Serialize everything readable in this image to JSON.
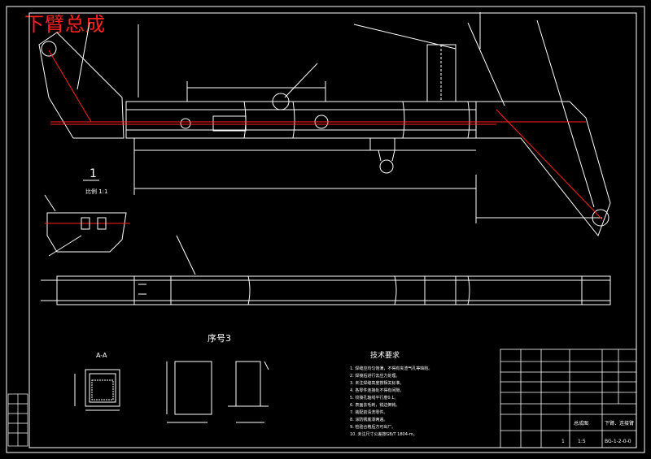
{
  "watermark_title": "下臂总成",
  "section_label": "1",
  "section_scale": "比例 1:1",
  "detail_label": "序号3",
  "section_mark": "A-A",
  "tech_req_title": "技术要求",
  "tech_req_lines": [
    "1. 焊缝应均匀饱满，不得有夹渣气孔等缺陷。",
    "2. 焊接后进行去应力处理。",
    "3. 未注焊缝高度按相关标准。",
    "4. 各零件连接处不得有间隙。",
    "5. 铰接孔轴线平行度0.1。",
    "6. 表面去毛刺，锐边倒钝。",
    "7. 装配前清洗零件。",
    "8. 涂防锈底漆两遍。",
    "9. 检验合格后方可出厂。",
    "10. 未注尺寸公差按GB/T 1804-m。"
  ],
  "title_block": {
    "assembly_name": "总成图",
    "part_name": "下臂、连接臂",
    "drawing_no": "BG-1-2-0-0",
    "scale": "1:5",
    "sheet": "1"
  },
  "colors": {
    "background": "#000000",
    "lines": "#ffffff",
    "centerline": "#ff2020",
    "watermark": "#ff2020"
  }
}
